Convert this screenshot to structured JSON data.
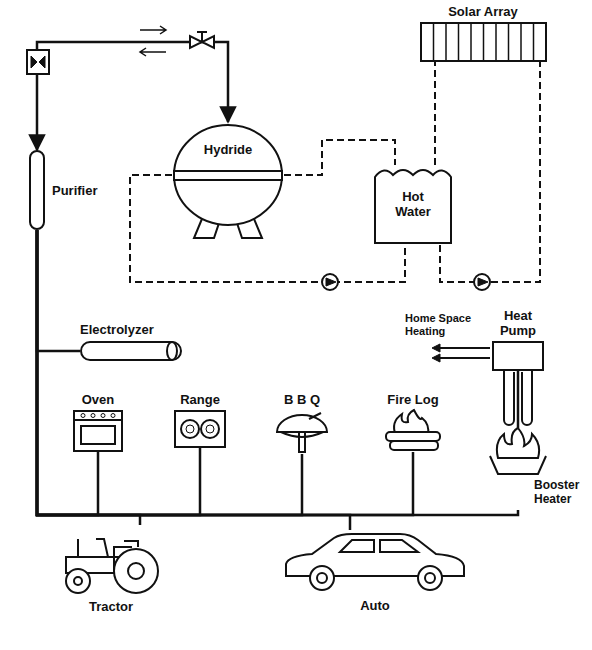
{
  "diagram": {
    "nodes": [
      {
        "text": [
          "Solar Array"
        ]
      },
      {
        "text": [
          "Hydride"
        ]
      },
      {
        "text": [
          "Hot Water"
        ]
      },
      {
        "text": [
          "Purifier"
        ]
      },
      {
        "text": [
          "Electrolyzer"
        ]
      },
      {
        "text": [
          "Oven"
        ]
      },
      {
        "text": [
          "Range"
        ]
      },
      {
        "text": [
          "B B Q"
        ]
      },
      {
        "text": [
          "Fire Log"
        ]
      },
      {
        "text": [
          "Heat Pump"
        ]
      },
      {
        "text": [
          "Booster Heater"
        ]
      },
      {
        "text": [
          "Tractor"
        ]
      },
      {
        "text": [
          "Auto"
        ]
      }
    ],
    "edges": [
      {
        "from": 3,
        "to": 1,
        "arrow": "both"
      },
      {
        "from": 3,
        "to": 4,
        "arrow": "none"
      },
      {
        "from": 3,
        "to": 5,
        "arrow": "none"
      },
      {
        "from": 3,
        "to": 6,
        "arrow": "none"
      },
      {
        "from": 3,
        "to": 7,
        "arrow": "none"
      },
      {
        "from": 3,
        "to": 8,
        "arrow": "none"
      },
      {
        "from": 3,
        "to": 10,
        "arrow": "none"
      },
      {
        "from": 3,
        "to": 11,
        "arrow": "none"
      },
      {
        "from": 3,
        "to": 12,
        "arrow": "none"
      },
      {
        "from": 9,
        "to": 10,
        "arrow": "none"
      },
      {
        "from": 1,
        "to": 2,
        "arrow": "none"
      },
      {
        "from": 1,
        "to": 2,
        "arrow": "none"
      },
      {
        "from": 2,
        "to": 0,
        "arrow": "none"
      },
      {
        "from": 2,
        "to": 0,
        "arrow": "none"
      }
    ],
    "labels": [
      "Home Space Heating"
    ]
  }
}
